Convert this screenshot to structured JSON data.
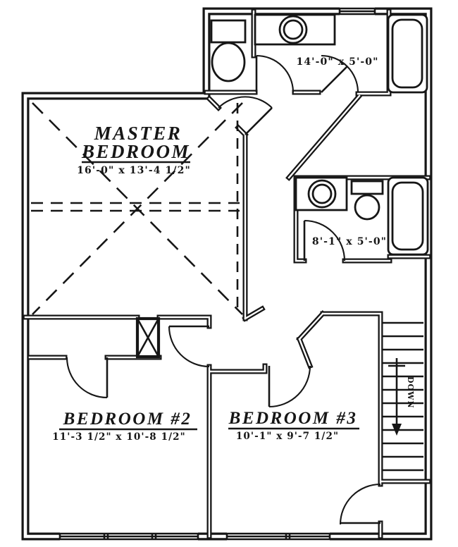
{
  "rooms": {
    "master": {
      "line1": "MASTER",
      "line2": "BEDROOM",
      "dims": "16'-0\" x 13'-4 1/2\""
    },
    "bath_top": {
      "dims": "14'-0\" x 5'-0\""
    },
    "bath_hall": {
      "dims": "8'-1\" x 5'-0\""
    },
    "bedroom2": {
      "name": "BEDROOM #2",
      "dims": "11'-3 1/2\" x 10'-8 1/2\""
    },
    "bedroom3": {
      "name": "BEDROOM #3",
      "dims": "10'-1\" x 9'-7 1/2\""
    }
  },
  "stairs": {
    "label": "DOWN"
  },
  "colors": {
    "ink": "#161616",
    "paper": "#ffffff"
  }
}
